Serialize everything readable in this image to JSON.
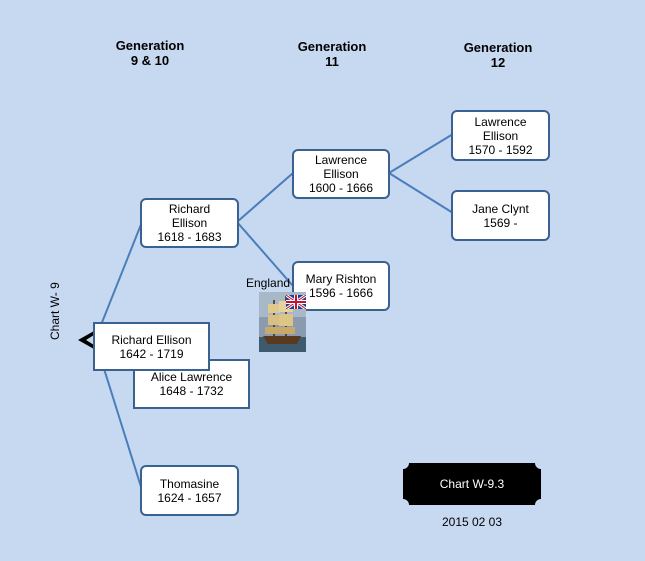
{
  "headers": [
    {
      "line1": "Generation",
      "line2": "9 & 10"
    },
    {
      "line1": "Generation",
      "line2": "11"
    },
    {
      "line1": "Generation",
      "line2": "12"
    }
  ],
  "side_label": "Chart W- 9",
  "people": {
    "richard_1642": {
      "name": "Richard Ellison",
      "dates": "1642 - 1719"
    },
    "alice": {
      "name": "Alice Lawrence",
      "dates": "1648 - 1732"
    },
    "richard_1618": {
      "name": "Richard Ellison",
      "dates": "1618 - 1683"
    },
    "thomasine": {
      "name": "Thomasine",
      "dates": "1624 - 1657"
    },
    "lawrence_1600": {
      "name": "Lawrence Ellison",
      "dates": "1600 - 1666"
    },
    "mary": {
      "name": "Mary Rishton",
      "dates": "1596 - 1666"
    },
    "lawrence_1570": {
      "name": "Lawrence Ellison",
      "dates": "1570 - 1592"
    },
    "jane": {
      "name": "Jane Clynt",
      "dates": "1569 -"
    }
  },
  "place": "England",
  "chart_id": "Chart W-9.3",
  "date": "2015 02 03",
  "colors": {
    "background": "#c6d9f1",
    "box_border": "#3a6290",
    "line": "#4a7ebb"
  },
  "icons": [
    "sailing-ship-icon",
    "union-jack-icon",
    "left-arrow-icon"
  ]
}
